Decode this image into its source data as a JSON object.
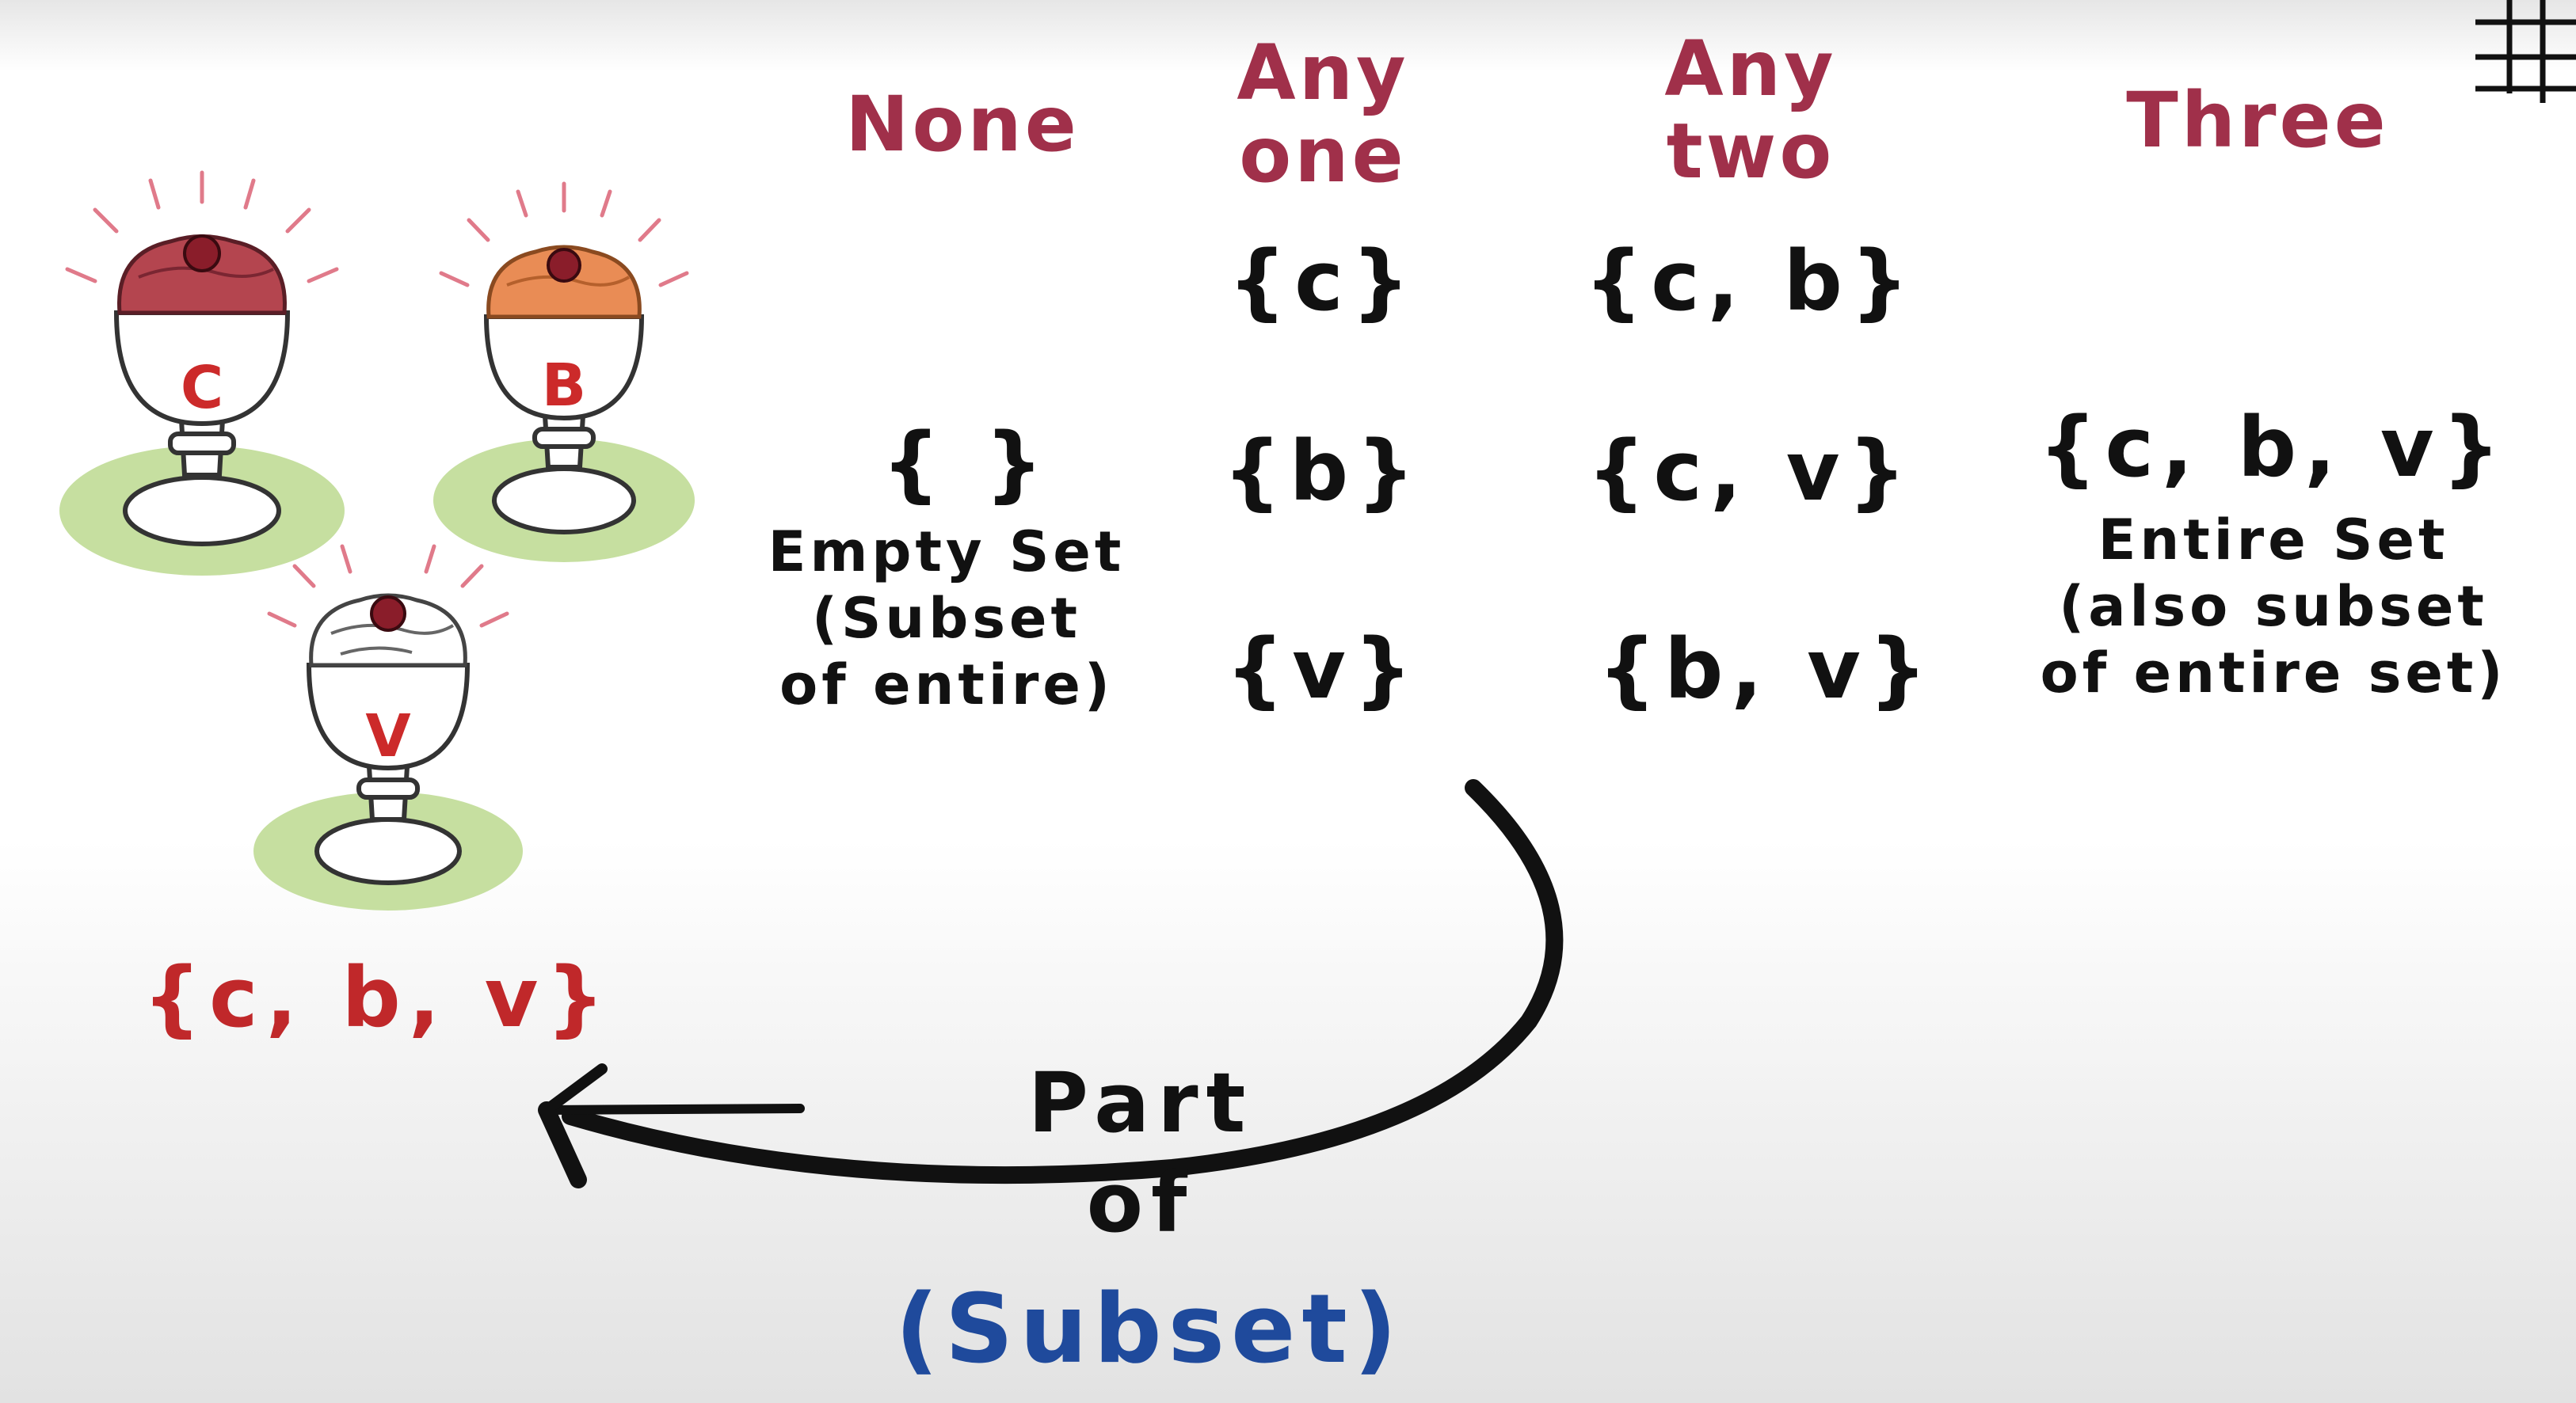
{
  "columns": {
    "none": "None",
    "any_one": [
      "Any",
      "one"
    ],
    "any_two": [
      "Any",
      "two"
    ],
    "three": "Three"
  },
  "sets": {
    "none": {
      "value": "{ }",
      "caption": [
        "Empty Set",
        "(Subset",
        "of entire)"
      ]
    },
    "any_one": [
      "{c}",
      "{b}",
      "{v}"
    ],
    "any_two": [
      "{c, b}",
      "{c, v}",
      "{b, v}"
    ],
    "three": {
      "value": "{c, b, v}",
      "caption": [
        "Entire Set",
        "(also subset",
        "of entire set)"
      ]
    }
  },
  "cups": [
    {
      "letter": "C",
      "color": "#b4454f"
    },
    {
      "letter": "B",
      "color": "#e98c55"
    },
    {
      "letter": "V",
      "color": "#ffffff"
    }
  ],
  "plate_color": "#c6dfa0",
  "cup_set_label": "{c, b, v}",
  "annotation": {
    "line1": "Part",
    "line2": "of",
    "line3": "(Subset)"
  }
}
